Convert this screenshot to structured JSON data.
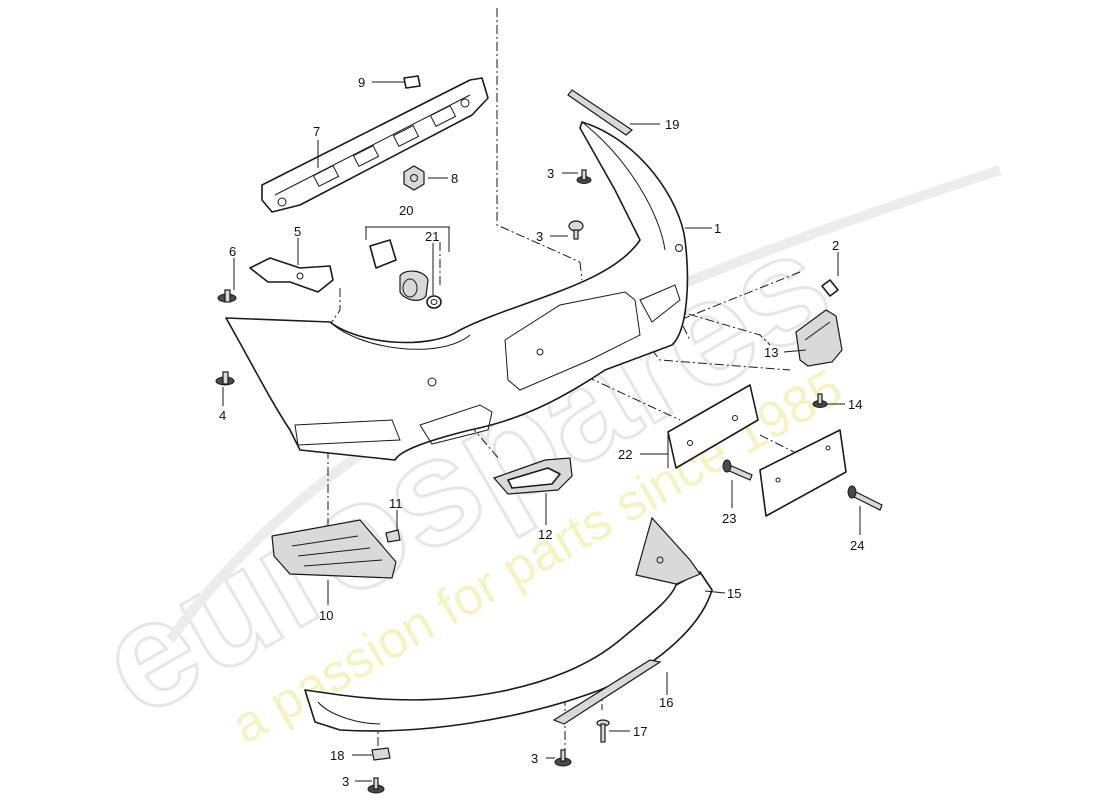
{
  "watermark": {
    "logo": "eurospares",
    "tagline": "a passion for parts since 1985",
    "tagline_color": "#f0ee9a"
  },
  "callouts": [
    {
      "id": "c1",
      "label": "1"
    },
    {
      "id": "c2",
      "label": "2"
    },
    {
      "id": "c3a",
      "label": "3"
    },
    {
      "id": "c3b",
      "label": "3"
    },
    {
      "id": "c3c",
      "label": "3"
    },
    {
      "id": "c3d",
      "label": "3"
    },
    {
      "id": "c4",
      "label": "4"
    },
    {
      "id": "c5",
      "label": "5"
    },
    {
      "id": "c6",
      "label": "6"
    },
    {
      "id": "c7",
      "label": "7"
    },
    {
      "id": "c8",
      "label": "8"
    },
    {
      "id": "c9",
      "label": "9"
    },
    {
      "id": "c10",
      "label": "10"
    },
    {
      "id": "c11",
      "label": "11"
    },
    {
      "id": "c12",
      "label": "12"
    },
    {
      "id": "c13",
      "label": "13"
    },
    {
      "id": "c14",
      "label": "14"
    },
    {
      "id": "c15",
      "label": "15"
    },
    {
      "id": "c16",
      "label": "16"
    },
    {
      "id": "c17",
      "label": "17"
    },
    {
      "id": "c18",
      "label": "18"
    },
    {
      "id": "c19",
      "label": "19"
    },
    {
      "id": "c20",
      "label": "20"
    },
    {
      "id": "c21",
      "label": "21"
    },
    {
      "id": "c22",
      "label": "22"
    },
    {
      "id": "c23",
      "label": "23"
    },
    {
      "id": "c24",
      "label": "24"
    }
  ]
}
